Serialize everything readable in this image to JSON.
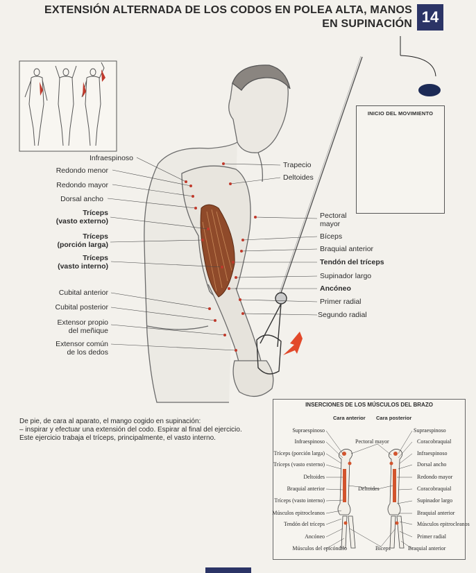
{
  "header": {
    "title_line1": "EXTENSIÓN ALTERNADA DE LOS CODOS EN POLEA ALTA, MANOS",
    "title_line2": "EN SUPINACIÓN",
    "page_number": "14",
    "accent_color": "#2b3466"
  },
  "start_panel": {
    "title": "INICIO DEL MOVIMIENTO"
  },
  "labels_left": [
    {
      "text": "Infraespinoso",
      "bold": false
    },
    {
      "text": "Redondo menor",
      "bold": false
    },
    {
      "text": "Redondo mayor",
      "bold": false
    },
    {
      "text": "Dorsal ancho",
      "bold": false
    },
    {
      "text": "Tríceps",
      "text2": "(vasto externo)",
      "bold": true
    },
    {
      "text": "Tríceps",
      "text2": "(porción larga)",
      "bold": true
    },
    {
      "text": "Tríceps",
      "text2": "(vasto interno)",
      "bold": true
    },
    {
      "text": "Cubital anterior",
      "bold": false
    },
    {
      "text": "Cubital posterior",
      "bold": false
    },
    {
      "text": "Extensor propio",
      "text2": "del meñique",
      "bold": false
    },
    {
      "text": "Extensor común",
      "text2": "de los dedos",
      "bold": false
    }
  ],
  "labels_right": [
    {
      "text": "Trapecio",
      "bold": false
    },
    {
      "text": "Deltoides",
      "bold": false
    },
    {
      "text": "Pectoral",
      "text2": "mayor",
      "bold": false
    },
    {
      "text": "Bíceps",
      "bold": false
    },
    {
      "text": "Braquial anterior",
      "bold": false
    },
    {
      "text": "Tendón del tríceps",
      "bold": true
    },
    {
      "text": "Supinador largo",
      "bold": false
    },
    {
      "text": "Ancóneo",
      "bold": true
    },
    {
      "text": "Primer radial",
      "bold": false
    },
    {
      "text": "Segundo radial",
      "bold": false
    }
  ],
  "description": [
    "De pie, de cara al aparato, el mango cogido en supinación:",
    "– inspirar y efectuar una extensión del codo. Espirar al final del ejercicio.",
    "Este ejercicio trabaja el tríceps, principalmente, el vasto interno."
  ],
  "insertions": {
    "title": "INSERCIONES DE LOS MÚSCULOS DEL BRAZO",
    "front_label": "Cara anterior",
    "back_label": "Cara posterior",
    "left_labels": [
      "Supraespinoso",
      "Infraespinoso",
      "Tríceps (porción larga)",
      "Tríceps (vasto externo)",
      "Deltoides",
      "Braquial anterior",
      "Tríceps (vasto interno)",
      "Músculos epitrocleanos",
      "Tendón del tríceps",
      "Ancóneo",
      "Músculos del epicóndilo"
    ],
    "center_labels": [
      "Pectoral mayor",
      "Deltoides",
      "Bíceps"
    ],
    "right_labels": [
      "Supraespinoso",
      "Coracobraquial",
      "Infraespinoso",
      "Dorsal ancho",
      "Redondo mayor",
      "Coracobraquial",
      "Supinador largo",
      "Braquial anterior",
      "Músculos epitrocleanos",
      "Primer radial",
      "Braquial anterior"
    ]
  }
}
